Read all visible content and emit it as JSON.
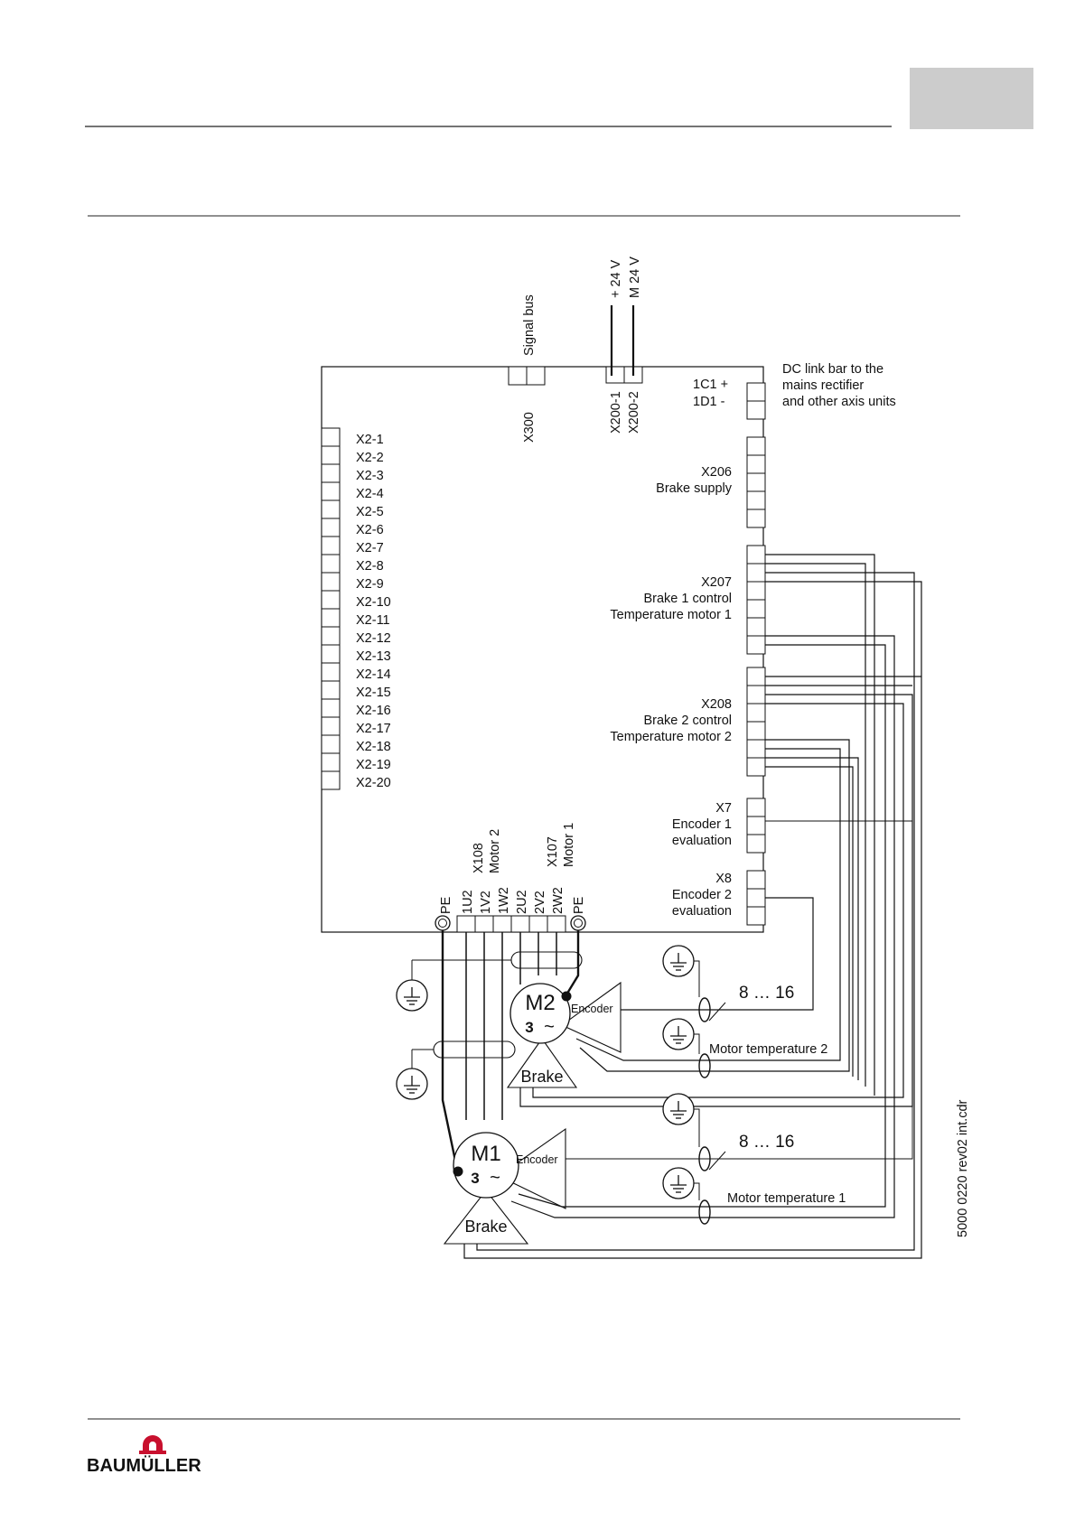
{
  "page": {
    "brand": "BAUMÜLLER",
    "drawing_id": "5000  0220  rev02  int.cdr",
    "colors": {
      "tab": "#cccccc",
      "ink": "#111111",
      "rule": "#222222"
    }
  },
  "diagram": {
    "top_connectors": {
      "signal_bus": "Signal bus",
      "x300": "X300",
      "plus24": "+ 24 V",
      "m24": "M 24 V",
      "x200_1": "X200-1",
      "x200_2": "X200-2"
    },
    "dc_link": {
      "label_1c1": "1C1 +",
      "label_1d1": "1D1 -",
      "note_line1": "DC link bar to the",
      "note_line2": "mains rectifier",
      "note_line3": "and other axis units"
    },
    "x2_pins": [
      "X2-1",
      "X2-2",
      "X2-3",
      "X2-4",
      "X2-5",
      "X2-6",
      "X2-7",
      "X2-8",
      "X2-9",
      "X2-10",
      "X2-11",
      "X2-12",
      "X2-13",
      "X2-14",
      "X2-15",
      "X2-16",
      "X2-17",
      "X2-18",
      "X2-19",
      "X2-20"
    ],
    "x206": {
      "name": "X206",
      "desc": "Brake supply"
    },
    "x207": {
      "name": "X207",
      "desc1": "Brake 1 control",
      "desc2": "Temperature motor 1"
    },
    "x208": {
      "name": "X208",
      "desc1": "Brake 2 control",
      "desc2": "Temperature motor 2"
    },
    "x7": {
      "name": "X7",
      "desc1": "Encoder 1",
      "desc2": "evaluation"
    },
    "x8": {
      "name": "X8",
      "desc1": "Encoder 2",
      "desc2": "evaluation"
    },
    "motor_connectors": {
      "x108": "X108",
      "motor2": "Motor 2",
      "x107": "X107",
      "motor1": "Motor 1",
      "terminals": [
        "PE",
        "1U2",
        "1V2",
        "1W2",
        "2U2",
        "2V2",
        "2W2",
        "PE"
      ]
    },
    "motor2": {
      "name": "M2",
      "phase": "3",
      "tilde": "~",
      "encoder": "Encoder",
      "brake": "Brake",
      "cable_range": "8 … 16",
      "temp_label": "Motor temperature 2"
    },
    "motor1": {
      "name": "M1",
      "phase": "3",
      "tilde": "~",
      "encoder": "Encoder",
      "brake": "Brake",
      "cable_range": "8 … 16",
      "temp_label": "Motor temperature 1"
    }
  }
}
